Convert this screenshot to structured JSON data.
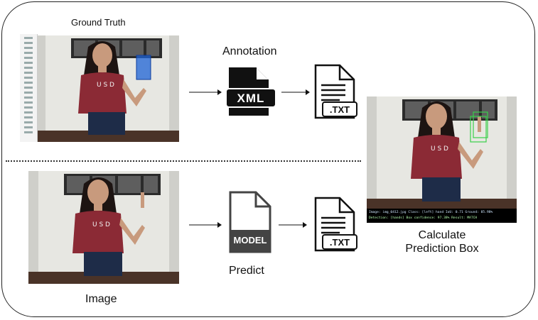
{
  "labels": {
    "ground_truth": "Ground Truth",
    "annotation": "Annotation",
    "predict": "Predict",
    "image": "Image",
    "calculate_line1": "Calculate",
    "calculate_line2": "Prediction Box"
  },
  "icons": {
    "xml_label": "XML",
    "txt_label_top": ".TXT",
    "txt_label_bottom": ".TXT",
    "model_label": "MODEL"
  },
  "status_bar": {
    "line1": "Image: img_0412.jpg   Class: [left] hand   IoU: 0.71   Ground: 85.98%",
    "line2": "Detection: [hands]  Box confidence: 97.38%   Result: MATCH"
  },
  "colors": {
    "gt_box": "#1e63d6",
    "pred_box": "#38d04a",
    "shirt": "#8b2a35",
    "wall": "#e7e7e2",
    "window": "#2b2b2b",
    "floor": "#4a3328"
  }
}
